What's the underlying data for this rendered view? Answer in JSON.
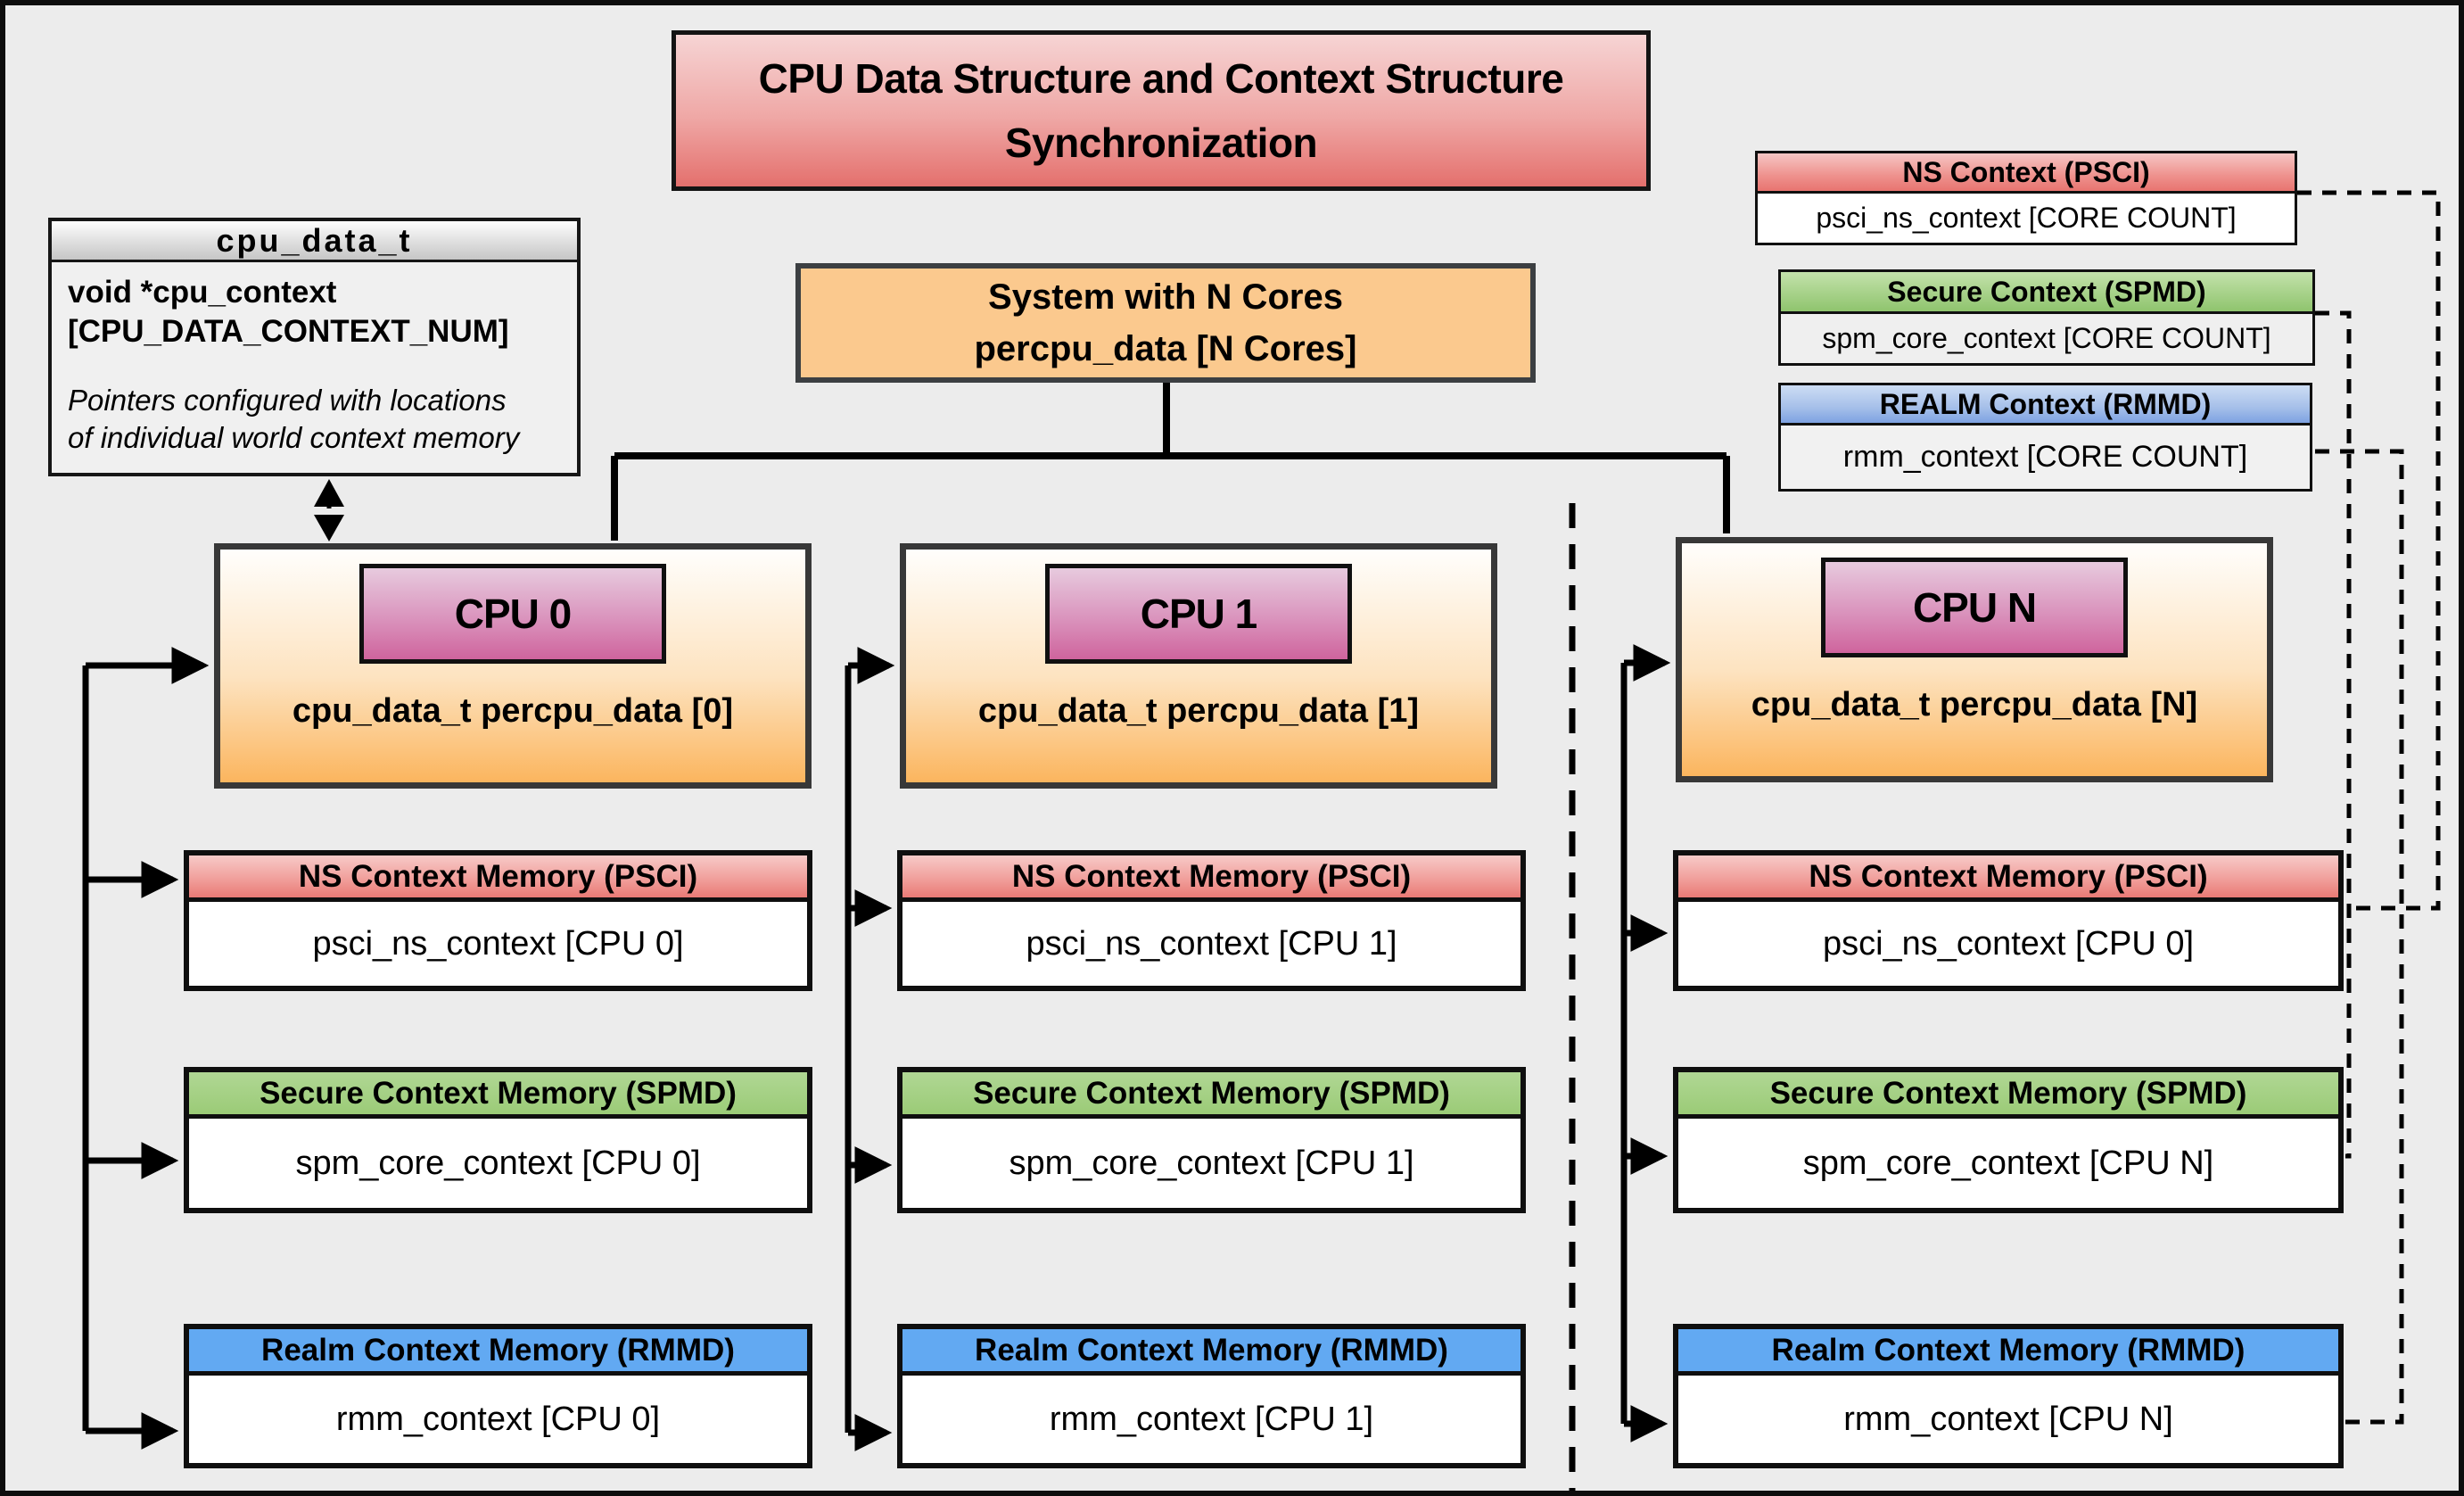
{
  "title": {
    "line1": "CPU Data Structure and Context Structure",
    "line2": "Synchronization"
  },
  "cpu_data_t_box": {
    "header": "cpu_data_t",
    "field_line1": "void  *cpu_context",
    "field_line2": "[CPU_DATA_CONTEXT_NUM]",
    "note_line1": "Pointers configured with locations",
    "note_line2": "of individual world context memory"
  },
  "system_box": {
    "line1": "System with N Cores",
    "line2": "percpu_data [N Cores]"
  },
  "legend": {
    "ns": {
      "header": "NS Context  (PSCI)",
      "body": "psci_ns_context [CORE COUNT]"
    },
    "secure": {
      "header": "Secure Context (SPMD)",
      "body": "spm_core_context [CORE COUNT]"
    },
    "realm": {
      "header": "REALM Context (RMMD)",
      "body": "rmm_context [CORE COUNT]"
    }
  },
  "context_headers": {
    "ns": "NS Context Memory (PSCI)",
    "secure": "Secure Context Memory (SPMD)",
    "realm": "Realm Context Memory (RMMD)"
  },
  "cpus": [
    {
      "label": "CPU 0",
      "data_text": "cpu_data_t percpu_data [0]",
      "ns_body": "psci_ns_context [CPU 0]",
      "secure_body": "spm_core_context [CPU 0]",
      "realm_body": "rmm_context [CPU 0]"
    },
    {
      "label": "CPU 1",
      "data_text": "cpu_data_t percpu_data [1]",
      "ns_body": "psci_ns_context [CPU 1]",
      "secure_body": "spm_core_context [CPU 1]",
      "realm_body": "rmm_context [CPU 1]"
    },
    {
      "label": "CPU N",
      "data_text": "cpu_data_t percpu_data [N]",
      "ns_body": "psci_ns_context [CPU 0]",
      "secure_body": "spm_core_context [CPU N]",
      "realm_body": "rmm_context [CPU N]"
    }
  ],
  "colors": {
    "ns_header": "#e97a75",
    "secure_header": "#9bcb77",
    "realm_header": "#62a9f2",
    "cpu_box_gradient_bottom": "#fbb55e",
    "cpu_label_gradient_bottom": "#cf649d",
    "system_fill": "#fbc98e",
    "title_gradient_bottom": "#e4706d",
    "background": "#ececec"
  }
}
